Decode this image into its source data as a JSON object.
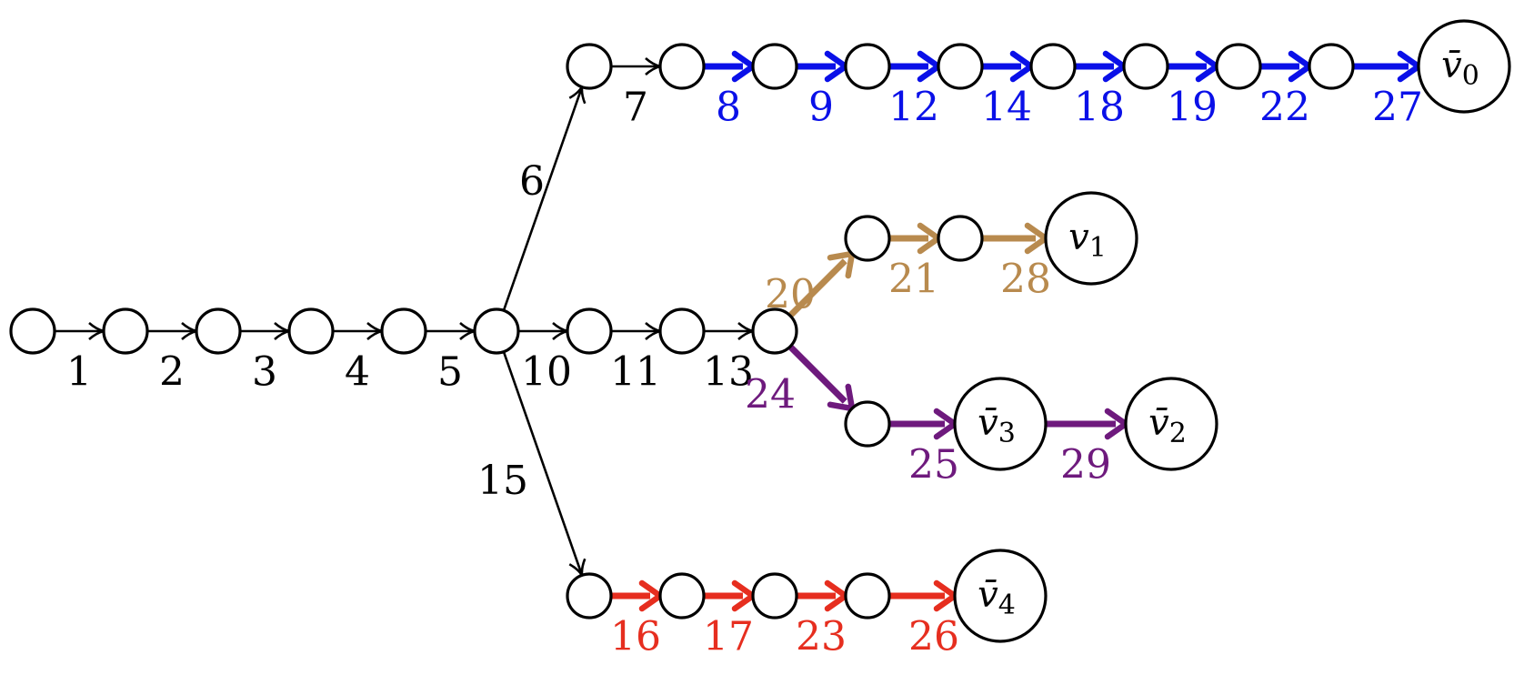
{
  "colors": {
    "black": "#000000",
    "blue": "#0a10e8",
    "tan": "#b88a4e",
    "purple": "#6e1a7d",
    "red": "#e62e1f"
  },
  "nodes": [
    {
      "id": "n0",
      "label": ""
    },
    {
      "id": "n1",
      "label": ""
    },
    {
      "id": "n2",
      "label": ""
    },
    {
      "id": "n3",
      "label": ""
    },
    {
      "id": "n4",
      "label": ""
    },
    {
      "id": "n5",
      "label": ""
    },
    {
      "id": "t0",
      "label": ""
    },
    {
      "id": "t1",
      "label": ""
    },
    {
      "id": "t2",
      "label": ""
    },
    {
      "id": "t3",
      "label": ""
    },
    {
      "id": "t4",
      "label": ""
    },
    {
      "id": "t5",
      "label": ""
    },
    {
      "id": "t6",
      "label": ""
    },
    {
      "id": "t7",
      "label": ""
    },
    {
      "id": "t8",
      "label": ""
    },
    {
      "id": "v0",
      "label": "v̄",
      "sub": "0"
    },
    {
      "id": "m1",
      "label": ""
    },
    {
      "id": "m2",
      "label": ""
    },
    {
      "id": "m3",
      "label": ""
    },
    {
      "id": "u1",
      "label": ""
    },
    {
      "id": "u2",
      "label": ""
    },
    {
      "id": "v1",
      "label": "v",
      "sub": "1"
    },
    {
      "id": "p1",
      "label": ""
    },
    {
      "id": "v3",
      "label": "v̄",
      "sub": "3"
    },
    {
      "id": "v2",
      "label": "v̄",
      "sub": "2"
    },
    {
      "id": "b0",
      "label": ""
    },
    {
      "id": "b1",
      "label": ""
    },
    {
      "id": "b2",
      "label": ""
    },
    {
      "id": "b3",
      "label": ""
    },
    {
      "id": "v4",
      "label": "v̄",
      "sub": "4"
    }
  ],
  "edges": [
    {
      "from": "n0",
      "to": "n1",
      "label": "1",
      "color": "black"
    },
    {
      "from": "n1",
      "to": "n2",
      "label": "2",
      "color": "black"
    },
    {
      "from": "n2",
      "to": "n3",
      "label": "3",
      "color": "black"
    },
    {
      "from": "n3",
      "to": "n4",
      "label": "4",
      "color": "black"
    },
    {
      "from": "n4",
      "to": "n5",
      "label": "5",
      "color": "black"
    },
    {
      "from": "n5",
      "to": "t0",
      "label": "6",
      "color": "black"
    },
    {
      "from": "t0",
      "to": "t1",
      "label": "7",
      "color": "black"
    },
    {
      "from": "t1",
      "to": "t2",
      "label": "8",
      "color": "blue"
    },
    {
      "from": "t2",
      "to": "t3",
      "label": "9",
      "color": "blue"
    },
    {
      "from": "t3",
      "to": "t4",
      "label": "12",
      "color": "blue"
    },
    {
      "from": "t4",
      "to": "t5",
      "label": "14",
      "color": "blue"
    },
    {
      "from": "t5",
      "to": "t6",
      "label": "18",
      "color": "blue"
    },
    {
      "from": "t6",
      "to": "t7",
      "label": "19",
      "color": "blue"
    },
    {
      "from": "t7",
      "to": "t8",
      "label": "22",
      "color": "blue"
    },
    {
      "from": "t8",
      "to": "v0",
      "label": "27",
      "color": "blue"
    },
    {
      "from": "n5",
      "to": "m1",
      "label": "10",
      "color": "black"
    },
    {
      "from": "m1",
      "to": "m2",
      "label": "11",
      "color": "black"
    },
    {
      "from": "m2",
      "to": "m3",
      "label": "13",
      "color": "black"
    },
    {
      "from": "m3",
      "to": "u1",
      "label": "20",
      "color": "tan"
    },
    {
      "from": "u1",
      "to": "u2",
      "label": "21",
      "color": "tan"
    },
    {
      "from": "u2",
      "to": "v1",
      "label": "28",
      "color": "tan"
    },
    {
      "from": "m3",
      "to": "p1",
      "label": "24",
      "color": "purple"
    },
    {
      "from": "p1",
      "to": "v3",
      "label": "25",
      "color": "purple"
    },
    {
      "from": "v3",
      "to": "v2",
      "label": "29",
      "color": "purple"
    },
    {
      "from": "n5",
      "to": "b0",
      "label": "15",
      "color": "black"
    },
    {
      "from": "b0",
      "to": "b1",
      "label": "16",
      "color": "red"
    },
    {
      "from": "b1",
      "to": "b2",
      "label": "17",
      "color": "red"
    },
    {
      "from": "b2",
      "to": "b3",
      "label": "23",
      "color": "red"
    },
    {
      "from": "b3",
      "to": "v4",
      "label": "26",
      "color": "red"
    }
  ]
}
